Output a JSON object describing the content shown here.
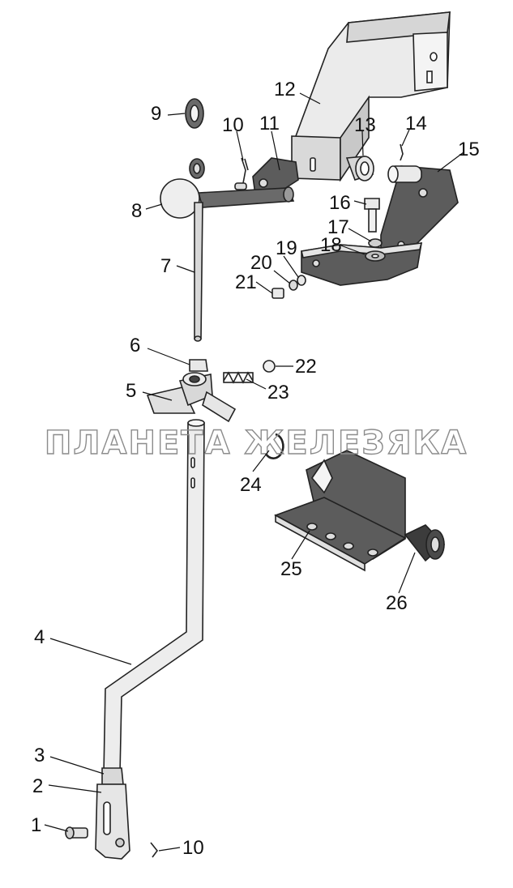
{
  "watermark": "ПЛАНЕТА ЖЕЛЕЗЯКА",
  "colors": {
    "part_light": "#ececec",
    "part_mid": "#c4c4c4",
    "part_dark": "#6a6a6a",
    "outline": "#222222",
    "bracket_dark": "#5c5c5c"
  },
  "callouts": [
    {
      "id": "9",
      "text": "9"
    },
    {
      "id": "10a",
      "text": "10"
    },
    {
      "id": "11",
      "text": "11"
    },
    {
      "id": "12",
      "text": "12"
    },
    {
      "id": "13",
      "text": "13"
    },
    {
      "id": "14",
      "text": "14"
    },
    {
      "id": "15",
      "text": "15"
    },
    {
      "id": "8",
      "text": "8"
    },
    {
      "id": "16",
      "text": "16"
    },
    {
      "id": "17",
      "text": "17"
    },
    {
      "id": "18",
      "text": "18"
    },
    {
      "id": "19",
      "text": "19"
    },
    {
      "id": "20",
      "text": "20"
    },
    {
      "id": "21",
      "text": "21"
    },
    {
      "id": "7",
      "text": "7"
    },
    {
      "id": "6",
      "text": "6"
    },
    {
      "id": "22",
      "text": "22"
    },
    {
      "id": "5",
      "text": "5"
    },
    {
      "id": "23",
      "text": "23"
    },
    {
      "id": "24",
      "text": "24"
    },
    {
      "id": "25",
      "text": "25"
    },
    {
      "id": "26",
      "text": "26"
    },
    {
      "id": "4",
      "text": "4"
    },
    {
      "id": "3",
      "text": "3"
    },
    {
      "id": "2",
      "text": "2"
    },
    {
      "id": "1",
      "text": "1"
    },
    {
      "id": "10b",
      "text": "10"
    }
  ]
}
